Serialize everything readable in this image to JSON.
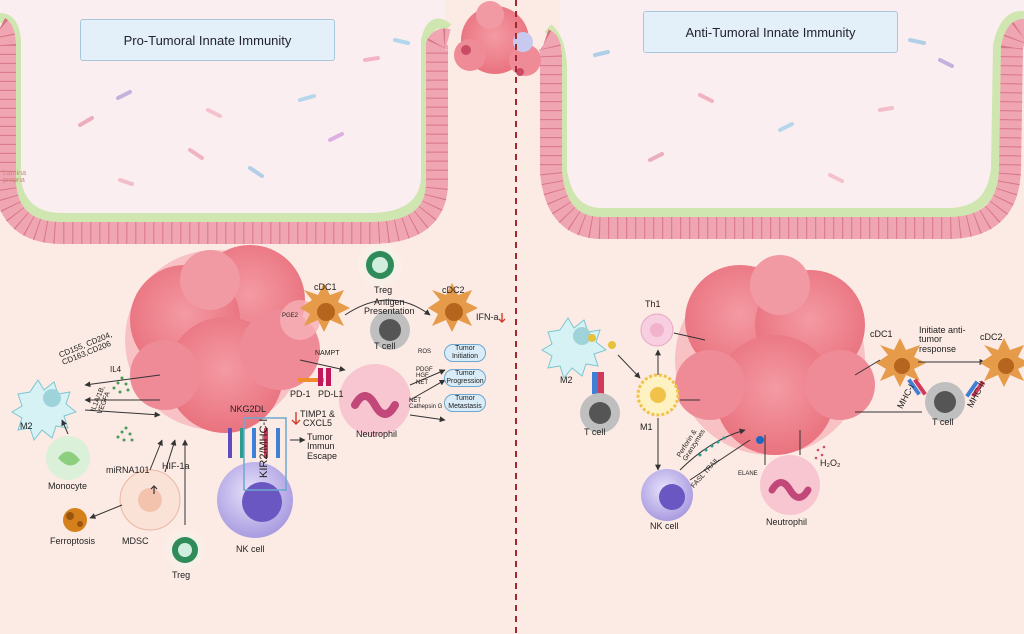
{
  "panels": {
    "left_title": "Pro-Tumoral Innate Immunity",
    "right_title": "Anti-Tumoral Innate Immunity",
    "lamina_label": "Lamina\npropria"
  },
  "left_labels": {
    "treg_top": "Treg",
    "cdc1": "cDC1",
    "cdc2": "cDC2",
    "pge2": "PGE2",
    "antigen_presentation": "Antigen\nPresentation",
    "ifn": "IFN-a",
    "t_cell": "T cell",
    "nampt": "NAMPT",
    "ros": "ROS",
    "pdgf": "PDGF\nHGF\nNET",
    "net_cathepsin": "NET\nCathepsin G",
    "pd1": "PD-1",
    "pdl1": "PD-L1",
    "timp1": "TIMP1 &\nCXCL5",
    "neutrophil": "Neutrophil",
    "cd_markers": "CD155, CD204,\nCD163,CD206",
    "il4": "IL4",
    "il1a": "IL1A/1B,\nVEGFA",
    "m2": "M2",
    "monocyte": "Monocyte",
    "mirna": "miRNA101",
    "hif": "HIF-1a",
    "nkg2dl": "NKG2DL",
    "kir": "KIR2/MHC-I",
    "tumor_escape": "Tumor\nImmun\nEscape",
    "nk_cell": "NK cell",
    "mdsc": "MDSC",
    "treg_bottom": "Treg",
    "ferroptosis": "Ferroptosis"
  },
  "left_pills": {
    "initiation": "Tumor\nInitiation",
    "progression": "Tumor\nProgression",
    "metastasis": "Tumor\nMetastasis"
  },
  "right_labels": {
    "th1": "Th1",
    "m2": "M2",
    "t_cell_left": "T cell",
    "m1": "M1",
    "perforin": "Perforin &\nGranzymes",
    "fasl": "FASL TRAIL",
    "nk_cell": "NK cell",
    "elane": "ELANE",
    "h2o2": "H₂O₂",
    "neutrophil": "Neutrophil",
    "cdc1": "cDC1",
    "initiate": "Initiate anti-\ntumor\nresponse",
    "cdc2": "cDC2",
    "mhc1": "MHC-I",
    "mhc2": "MHC-II",
    "t_cell_right": "T cell"
  },
  "colors": {
    "lumen": "#fbeef0",
    "stroma": "#fcebe4",
    "epithelium": "#f3a0ad",
    "basement": "#cfe6b0",
    "tumor": "#f08a95",
    "divider": "#a0282e",
    "arrow_down_red": "#d43a2a"
  }
}
